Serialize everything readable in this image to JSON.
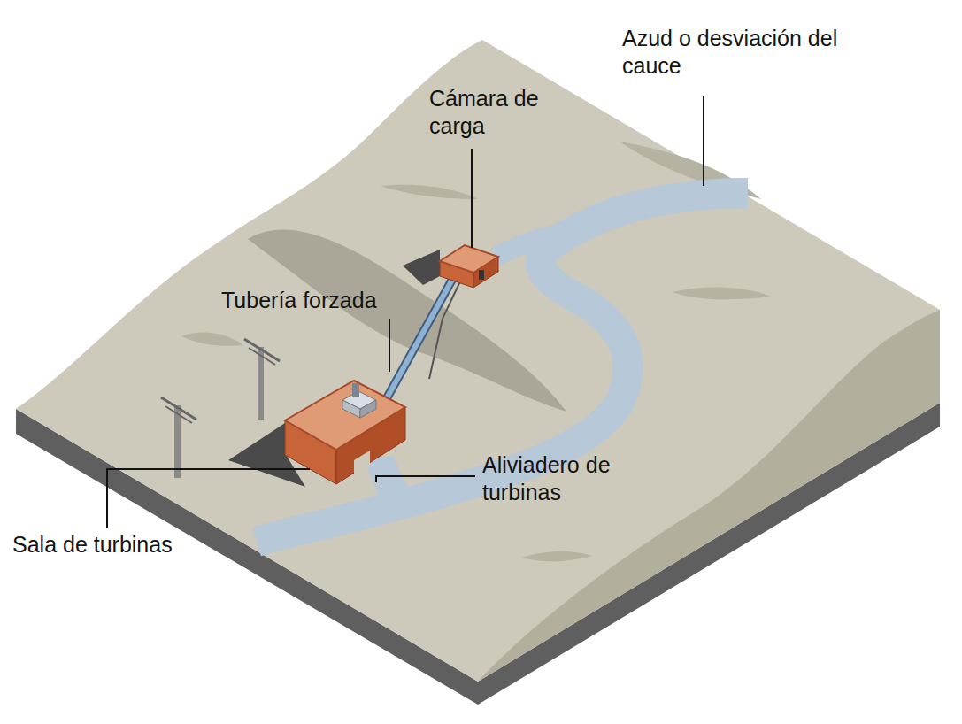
{
  "diagram": {
    "labels": [
      "Azud o desviación del cauce",
      "Cámara de carga",
      "Tubería forzada",
      "Aliviadero de turbinas",
      "Sala de turbinas"
    ]
  }
}
